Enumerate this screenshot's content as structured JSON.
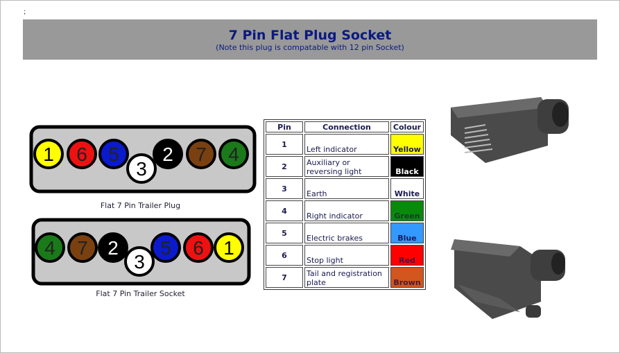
{
  "semicolon": ";",
  "header": {
    "title": "7 Pin Flat Plug Socket",
    "subtitle": "(Note this plug is compatable with 12 pin Socket)"
  },
  "plug": {
    "caption": "Flat 7 Pin Trailer Plug",
    "pins": [
      "1",
      "6",
      "5",
      "3",
      "2",
      "7",
      "4"
    ]
  },
  "socket": {
    "caption": "Flat 7 Pin Trailer Socket",
    "pins": [
      "4",
      "7",
      "2",
      "3",
      "5",
      "6",
      "1"
    ]
  },
  "table": {
    "headers": [
      "Pin",
      "Connection",
      "Colour"
    ],
    "rows": [
      {
        "pin": "1",
        "connection": "Left indicator",
        "colour": "Yellow",
        "bg": "#ffff00",
        "fg": "#1a1a50"
      },
      {
        "pin": "2",
        "connection": "Auxiliary or reversing light",
        "colour": "Black",
        "bg": "#000000",
        "fg": "#ffffff"
      },
      {
        "pin": "3",
        "connection": "Earth",
        "colour": "White",
        "bg": "#ffffff",
        "fg": "#1a1a50"
      },
      {
        "pin": "4",
        "connection": "Right indicator",
        "colour": "Green",
        "bg": "#0a8a0a",
        "fg": "#1a3a30"
      },
      {
        "pin": "5",
        "connection": "Electric brakes",
        "colour": "Blue",
        "bg": "#3399ff",
        "fg": "#1a1a60"
      },
      {
        "pin": "6",
        "connection": "Stop light",
        "colour": "Red",
        "bg": "#ff0000",
        "fg": "#4a1040"
      },
      {
        "pin": "7",
        "connection": "Tail and registration plate",
        "colour": "Brown",
        "bg": "#d2561e",
        "fg": "#4a1a30"
      }
    ]
  },
  "pin_colors": {
    "1": "#ffff00",
    "2": "#000000",
    "3": "#ffffff",
    "4": "#1a7a1a",
    "5": "#0a1acc",
    "6": "#ee1111",
    "7": "#7a4010"
  }
}
